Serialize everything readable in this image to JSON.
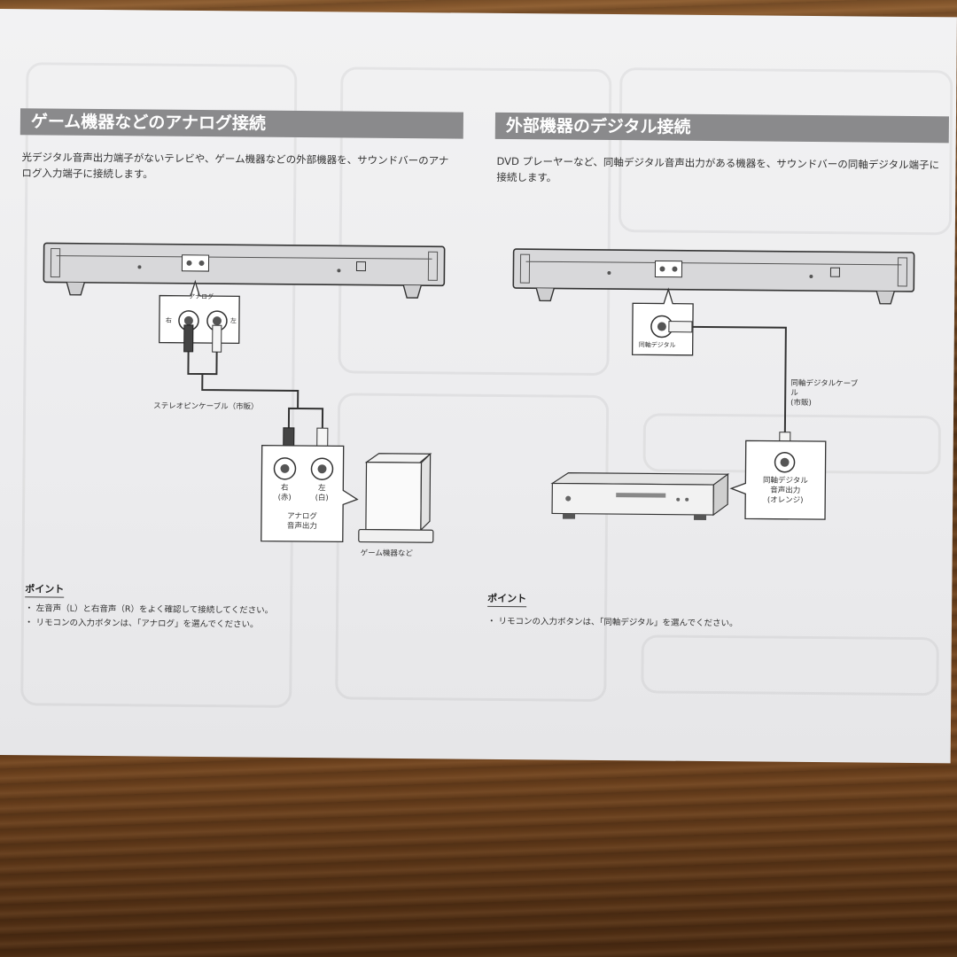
{
  "left": {
    "title": "ゲーム機器などのアナログ接続",
    "description": "光デジタル音声出力端子がないテレビや、ゲーム機器などの外部機器を、サウンドバーのアナログ入力端子に接続します。",
    "jack_label": "アナログ",
    "right_short": "右",
    "left_short": "左",
    "cable_label": "ステレオピンケーブル（市販）",
    "out_right": "右\n(赤)",
    "out_left": "左\n(白)",
    "out_label": "アナログ\n音声出力",
    "device_label": "ゲーム機器など",
    "point_title": "ポイント",
    "points": [
      "・ 左音声（L）と右音声（R）をよく確認して接続してください。",
      "・ リモコンの入力ボタンは、「アナログ」を選んでください。"
    ]
  },
  "right": {
    "title": "外部機器のデジタル接続",
    "description": "DVD プレーヤーなど、同軸デジタル音声出力がある機器を、サウンドバーの同軸デジタル端子に接続します。",
    "jack_label": "同軸デジタル",
    "cable_label": "同軸デジタルケーブル\n(市販)",
    "out_label": "同軸デジタル\n音声出力\n(オレンジ)",
    "point_title": "ポイント",
    "points": [
      "・ リモコンの入力ボタンは、「同軸デジタル」を選んでください。"
    ]
  }
}
